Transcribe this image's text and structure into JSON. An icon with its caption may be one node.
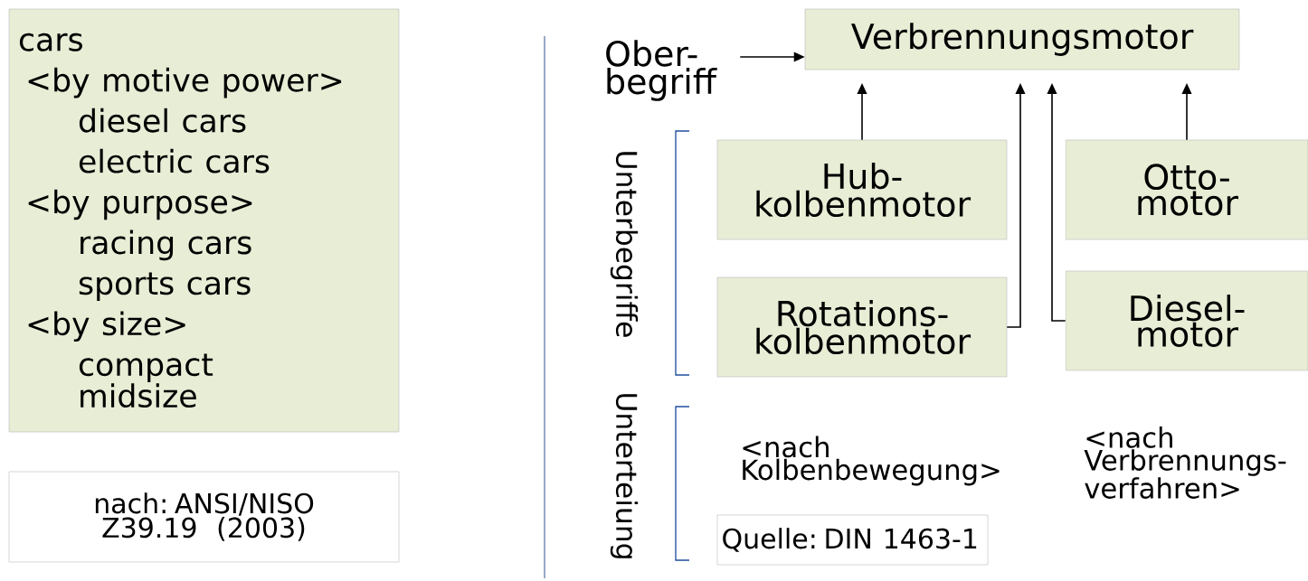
{
  "diagram": {
    "nodes": [
      {
        "text": [
          "cars",
          "<by motive power>",
          "diesel cars",
          "electric cars",
          "<by purpose>",
          "racing cars",
          "sports cars",
          "<by size>",
          "compact",
          "midsize"
        ]
      },
      {
        "text": [
          "nach: ANSI/NISO Z39.19 (2003)"
        ]
      },
      {
        "text": [
          "Verbrennungsmotor"
        ]
      },
      {
        "text": [
          "Ober- begriff"
        ]
      },
      {
        "text": [
          "Hub- kolbenmotor"
        ]
      },
      {
        "text": [
          "Otto- motor"
        ]
      },
      {
        "text": [
          "Rotations- kolbenmotor"
        ]
      },
      {
        "text": [
          "Diesel- motor"
        ]
      },
      {
        "text": [
          "Quelle: DIN 1463-1"
        ]
      }
    ],
    "edges": [
      {
        "from": 3,
        "to": 2,
        "arrow": "to"
      },
      {
        "from": 4,
        "to": 2,
        "arrow": "to"
      },
      {
        "from": 6,
        "to": 2,
        "arrow": "to"
      },
      {
        "from": 7,
        "to": 2,
        "arrow": "to"
      },
      {
        "from": 5,
        "to": 2,
        "arrow": "to"
      }
    ],
    "labels": [
      "Unterbegriffe",
      "Unterteiung",
      "<nach Kolbenbewegung>",
      "<nach Verbrennungs- verfahren>"
    ]
  }
}
